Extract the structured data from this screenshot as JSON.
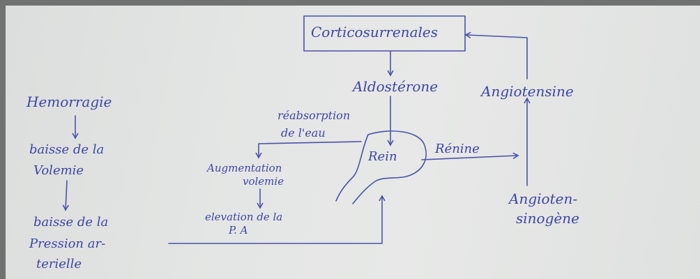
{
  "diagram": {
    "box_label": "Corticosurrenales",
    "aldosterone": "Aldostérone",
    "angiotensine": "Angiotensine",
    "hemorragie": "Hemorragie",
    "baisse_volemie_1": "baisse de la",
    "baisse_volemie_2": "Volemie",
    "baisse_pression_1": "baisse de la",
    "baisse_pression_2": "Pression ar-",
    "baisse_pression_3": "terielle",
    "reabsorption_1": "réabsorption",
    "reabsorption_2": "de l'eau",
    "augmentation_1": "Augmentation",
    "augmentation_2": "volemie",
    "elevation_1": "elevation de la",
    "elevation_2": "P. A",
    "rein": "Rein",
    "renine": "Rénine",
    "angiotensinogene_1": "Angioten-",
    "angiotensinogene_2": "sinogène"
  }
}
